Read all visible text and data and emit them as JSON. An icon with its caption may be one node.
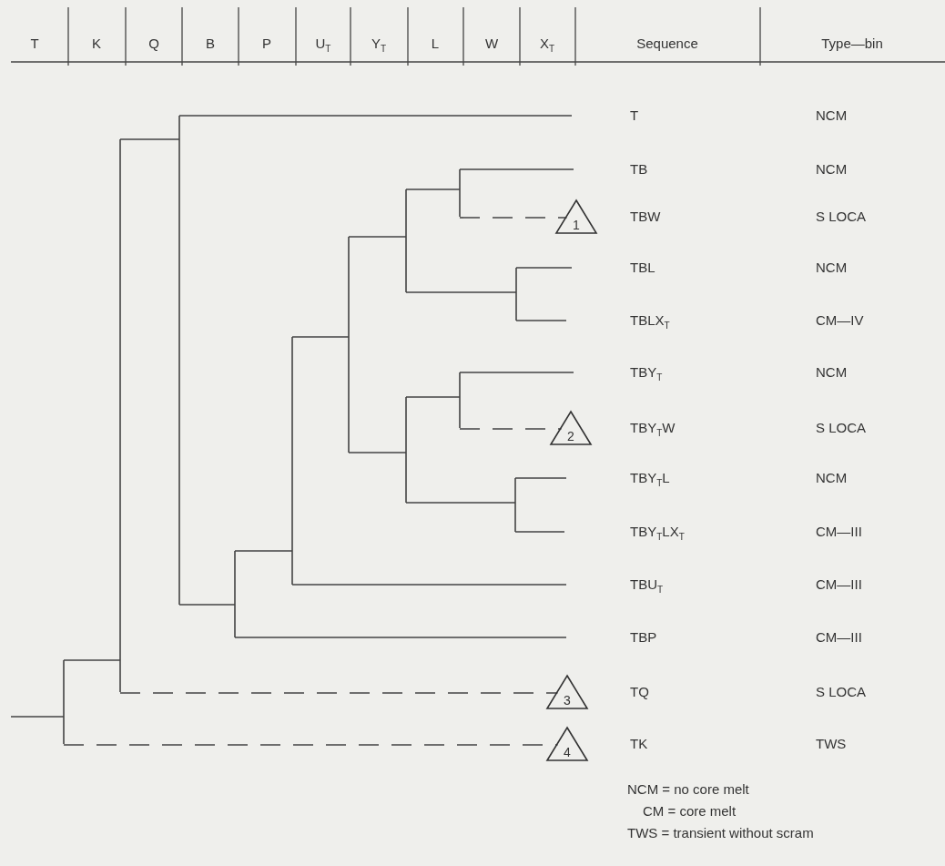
{
  "diagram": {
    "nodes": [
      {
        "text": [
          "1"
        ]
      },
      {
        "text": [
          "2"
        ]
      },
      {
        "text": [
          "3"
        ]
      },
      {
        "text": [
          "4"
        ]
      }
    ],
    "edges": [
      {
        "from": null,
        "to": 0,
        "arrow": "none",
        "style": "dashed"
      },
      {
        "from": null,
        "to": 1,
        "arrow": "none",
        "style": "dashed"
      },
      {
        "from": null,
        "to": 2,
        "arrow": "none",
        "style": "dashed"
      },
      {
        "from": null,
        "to": 3,
        "arrow": "none",
        "style": "dashed"
      }
    ],
    "labels": [
      "T",
      "K",
      "Q",
      "B",
      "P",
      "U$_{T}$",
      "Y$_{T}$",
      "L",
      "W",
      "X$_{T}$",
      "Sequence",
      "Type—bin",
      "T",
      "NCM",
      "TB",
      "NCM",
      "TBW",
      "S LOCA",
      "TBL",
      "NCM",
      "TBLX$_{T}$",
      "CM—IV",
      "TBY$_{T}$",
      "NCM",
      "TBY$_{T}$W",
      "S LOCA",
      "TBY$_{T}$L",
      "NCM",
      "TBY$_{T}$LX$_{T}$",
      "CM—III",
      "TBU$_{T}$",
      "CM—III",
      "TBP",
      "CM—III",
      "TQ",
      "S LOCA",
      "TK",
      "TWS",
      "NCM = no core melt",
      "CM = core melt",
      "TWS = transient without scram"
    ]
  }
}
